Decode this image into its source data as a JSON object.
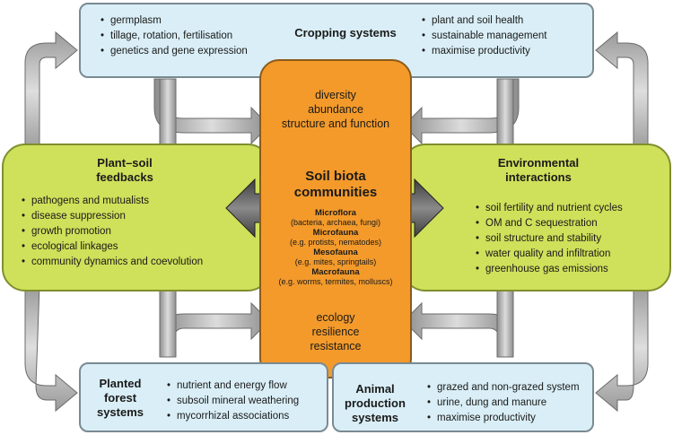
{
  "cropping": {
    "title": "Cropping systems",
    "left_items": [
      "germplasm",
      "tillage, rotation, fertilisation",
      "genetics and gene expression"
    ],
    "right_items": [
      "plant and soil health",
      "sustainable management",
      "maximise productivity"
    ]
  },
  "plant_soil": {
    "title_line1": "Plant–soil",
    "title_line2": "feedbacks",
    "items": [
      "pathogens and mutualists",
      "disease suppression",
      "growth promotion",
      "ecological linkages",
      "community dynamics and coevolution"
    ]
  },
  "environment": {
    "title_line1": "Environmental",
    "title_line2": "interactions",
    "items": [
      "soil fertility and nutrient cycles",
      "OM and C sequestration",
      "soil structure and stability",
      "water quality and infiltration",
      "greenhouse gas emissions"
    ]
  },
  "soil_biota": {
    "top_lines": [
      "diversity",
      "abundance",
      "structure and function"
    ],
    "title_line1": "Soil biota",
    "title_line2": "communities",
    "groups": [
      {
        "name": "Microflora",
        "detail": "(bacteria, archaea, fungi)"
      },
      {
        "name": "Microfauna",
        "detail": "(e.g. protists, nematodes)"
      },
      {
        "name": "Mesofauna",
        "detail": "(e.g. mites, springtails)"
      },
      {
        "name": "Macrofauna",
        "detail": "(e.g. worms, termites, molluscs)"
      }
    ],
    "bottom_lines": [
      "ecology",
      "resilience",
      "resistance"
    ]
  },
  "forest": {
    "title_lines": [
      "Planted",
      "forest",
      "systems"
    ],
    "items": [
      "nutrient and energy flow",
      "subsoil mineral weathering",
      "mycorrhizal associations"
    ]
  },
  "animal": {
    "title_lines": [
      "Animal",
      "production",
      "systems"
    ],
    "items": [
      "grazed and non-grazed system",
      "urine, dung and manure",
      "maximise productivity"
    ]
  }
}
